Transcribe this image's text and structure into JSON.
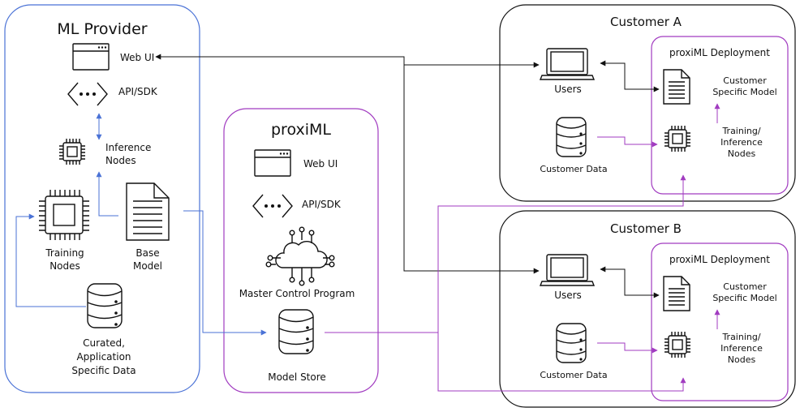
{
  "ml_provider": {
    "title": "ML Provider",
    "web_ui": "Web UI",
    "api_sdk": "API/SDK",
    "inference_nodes": [
      "Inference",
      "Nodes"
    ],
    "training_nodes": [
      "Training",
      "Nodes"
    ],
    "base_model": [
      "Base",
      "Model"
    ],
    "curated_data": [
      "Curated,",
      "Application",
      "Specific Data"
    ]
  },
  "proximl": {
    "title": "proxiML",
    "web_ui": "Web UI",
    "api_sdk": "API/SDK",
    "master_control": "Master Control Program",
    "model_store": "Model Store"
  },
  "customer_a": {
    "title": "Customer A",
    "users": "Users",
    "customer_data": "Customer Data",
    "deployment_title": "proxiML Deployment",
    "customer_model": [
      "Customer",
      "Specific Model"
    ],
    "training_inference": [
      "Training/",
      "Inference",
      "Nodes"
    ]
  },
  "customer_b": {
    "title": "Customer B",
    "users": "Users",
    "customer_data": "Customer Data",
    "deployment_title": "proxiML Deployment",
    "customer_model": [
      "Customer",
      "Specific Model"
    ],
    "training_inference": [
      "Training/",
      "Inference",
      "Nodes"
    ]
  },
  "colors": {
    "ml_provider_border": "#4a72d6",
    "proximl_border": "#a13bc0",
    "customer_border": "#111111",
    "blue_connector": "#4a72d6",
    "purple_connector": "#a13bc0",
    "black_connector": "#111111"
  }
}
